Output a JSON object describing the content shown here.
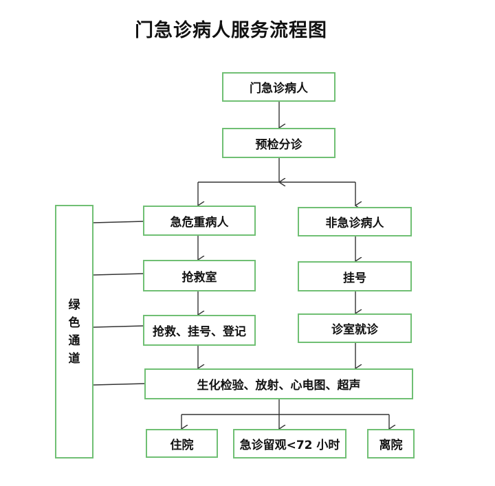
{
  "title": "门急诊病人服务流程图",
  "nodes": {
    "patient": "门急诊病人",
    "triage": "预检分诊",
    "critical": "急危重病人",
    "non_emergency": "非急诊病人",
    "rescue_room": "抢救室",
    "registration": "挂号",
    "rescue_register_record": "抢救、挂号、登记",
    "clinic_visit": "诊室就诊",
    "examinations": "生化检验、放射、心电图、超声",
    "hospitalized": "住院",
    "observation": "急诊留观<72 小时",
    "discharge": "离院",
    "green_channel": [
      "绿",
      "色",
      "通",
      "道"
    ]
  },
  "colors": {
    "box_border": "#6fbf73",
    "line": "#333333",
    "text": "#111111"
  }
}
